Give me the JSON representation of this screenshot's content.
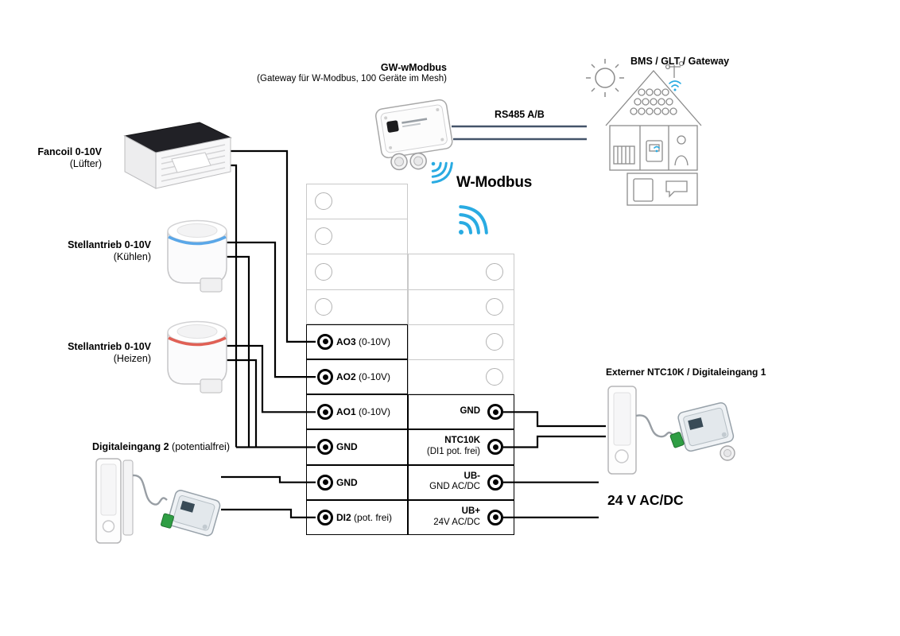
{
  "header": {
    "gateway_title": "GW-wModbus",
    "gateway_subtitle": "(Gateway für W-Modbus, 100 Geräte im Mesh)",
    "bms_label": "BMS / GLT / Gateway",
    "rs485_label": "RS485 A/B",
    "wmodbus_label": "W-Modbus"
  },
  "devices": {
    "fancoil_title": "Fancoil 0-10V",
    "fancoil_sub": "(Lüfter)",
    "actuator_cool_title": "Stellantrieb 0-10V",
    "actuator_cool_sub": "(Kühlen)",
    "actuator_heat_title": "Stellantrieb 0-10V",
    "actuator_heat_sub": "(Heizen)",
    "digital_input2_title": "Digitaleingang 2",
    "digital_input2_sub": "(potentialfrei)",
    "ntc_label": "Externer NTC10K / Digitaleingang 1",
    "power_label": "24 V AC/DC"
  },
  "terminals": {
    "left": [
      {
        "name": "AO3",
        "sub": "(0-10V)"
      },
      {
        "name": "AO2",
        "sub": "(0-10V)"
      },
      {
        "name": "AO1",
        "sub": "(0-10V)"
      },
      {
        "name": "GND",
        "sub": ""
      },
      {
        "name": "GND",
        "sub": ""
      },
      {
        "name": "DI2",
        "sub": "(pot. frei)"
      }
    ],
    "right": [
      {
        "line1": "GND",
        "line2": ""
      },
      {
        "line1": "NTC10K",
        "line2": "(DI1 pot. frei)"
      },
      {
        "line1": "UB-",
        "line2": "GND AC/DC"
      },
      {
        "line1": "UB+",
        "line2": "24V AC/DC"
      }
    ]
  },
  "colors": {
    "wire": "#000000",
    "rs485_line": "#44546a",
    "wifi_blue": "#29abe2",
    "cool_ring": "#5aa7e8",
    "heat_ring": "#e06055",
    "connector_green": "#2f9e44"
  }
}
